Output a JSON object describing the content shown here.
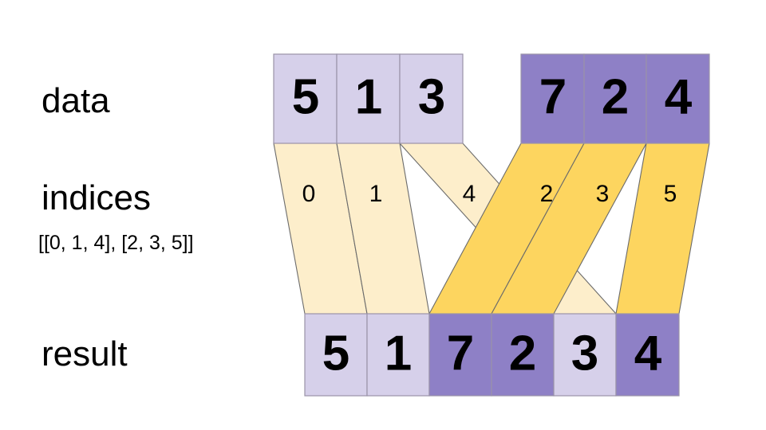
{
  "diagram": {
    "title_rows": {
      "data_label": "data",
      "indices_label": "indices",
      "indices_sub_label": "[[0, 1, 4], [2, 3, 5]]",
      "result_label": "result"
    },
    "colors": {
      "light_purple": "#d6d0ea",
      "dark_purple": "#8e80c6",
      "light_gold": "#fdeecb",
      "dark_gold": "#fdd55f",
      "cell_stroke": "#9a93a8",
      "ribbon_stroke": "#6b6b6b",
      "text": "#000000",
      "background": "#ffffff"
    },
    "data_row": {
      "name": "data",
      "groups": [
        {
          "group_name": "light-group",
          "tone": "light",
          "cells": [
            {
              "value": "5",
              "tone": "light"
            },
            {
              "value": "1",
              "tone": "light"
            },
            {
              "value": "3",
              "tone": "light"
            }
          ]
        },
        {
          "group_name": "dark-group",
          "tone": "dark",
          "cells": [
            {
              "value": "7",
              "tone": "dark"
            },
            {
              "value": "2",
              "tone": "dark"
            },
            {
              "value": "4",
              "tone": "dark"
            }
          ]
        }
      ]
    },
    "indices_row": {
      "name": "indices",
      "values": [
        "0",
        "1",
        "4",
        "2",
        "3",
        "5"
      ],
      "groups": [
        {
          "group_name": "light-indices",
          "tone": "light",
          "values": [
            "0",
            "1",
            "4"
          ]
        },
        {
          "group_name": "dark-indices",
          "tone": "dark",
          "values": [
            "2",
            "3",
            "5"
          ]
        }
      ]
    },
    "result_row": {
      "name": "result",
      "cells": [
        {
          "value": "5",
          "tone": "light"
        },
        {
          "value": "1",
          "tone": "light"
        },
        {
          "value": "7",
          "tone": "dark"
        },
        {
          "value": "2",
          "tone": "dark"
        },
        {
          "value": "3",
          "tone": "light"
        },
        {
          "value": "4",
          "tone": "dark"
        }
      ]
    }
  }
}
